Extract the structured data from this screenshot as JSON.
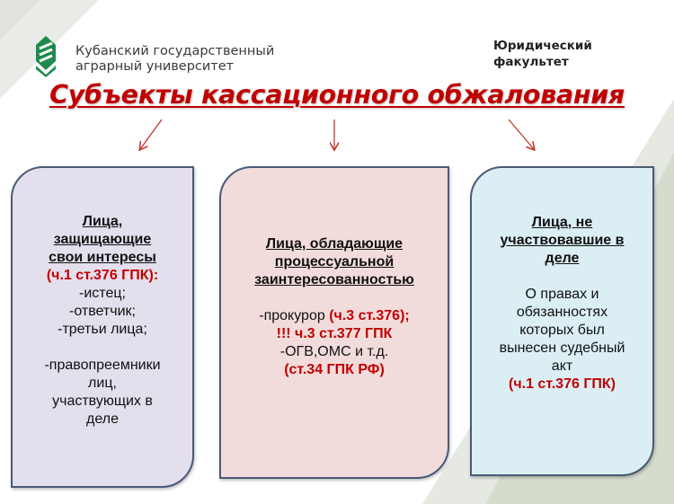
{
  "header": {
    "university_line1": "Кубанский государственный",
    "university_line2": "аграрный университет",
    "faculty_line1": "Юридический",
    "faculty_line2": "факультет",
    "logo_icon": "leaf-logo-icon"
  },
  "title": "Субъекты кассационного обжалования",
  "colors": {
    "title_red": "#c00000",
    "logo_green": "#1e8a4c",
    "box_left_bg": "#e4dfec",
    "box_mid_bg": "#f2dcdb",
    "box_right_bg": "#dbeef4",
    "box_border": "#4a5a78"
  },
  "boxes": {
    "left": {
      "heading": [
        "Лица,",
        "защищающие",
        "свои интересы"
      ],
      "ref": "(ч.1 ст.376 ГПК):",
      "items": [
        "-истец;",
        "-ответчик;",
        "-третьи лица;"
      ],
      "extra": [
        "-правопреемники",
        "лиц,",
        "участвующих в",
        "деле"
      ]
    },
    "middle": {
      "heading": [
        "Лица, обладающие",
        "процессуальной",
        "заинтересованностью"
      ],
      "item1_text": "-прокурор ",
      "item1_ref": "(ч.3 ст.376);",
      "note": "!!! ч.3 ст.377 ГПК",
      "item2": "-ОГВ,ОМС и т.д.",
      "ref2": "(ст.34 ГПК РФ)"
    },
    "right": {
      "heading": [
        "Лица, не",
        "участвовавшие в",
        "деле"
      ],
      "body": [
        "О правах и",
        "обязанностях",
        "которых был",
        "вынесен судебный",
        "акт"
      ],
      "ref": "(ч.1 ст.376 ГПК)"
    }
  }
}
